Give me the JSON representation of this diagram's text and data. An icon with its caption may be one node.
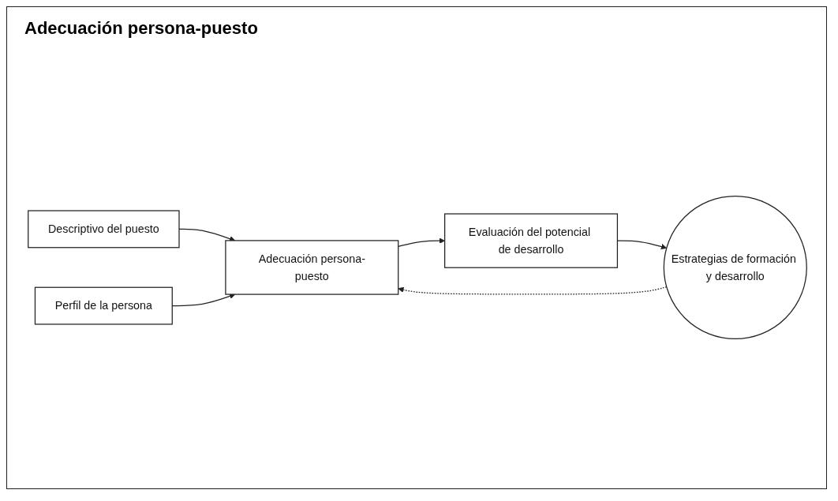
{
  "diagram": {
    "title": "Adecuación persona-puesto",
    "nodes": [
      {
        "text": [
          "Descriptivo del puesto"
        ]
      },
      {
        "text": [
          "Perfil de la persona"
        ]
      },
      {
        "text": [
          "Adecuación persona-puesto"
        ]
      },
      {
        "text": [
          "Evaluación del potencial de desarrollo"
        ]
      },
      {
        "text": [
          "Estrategias de formación y desarrollo"
        ]
      }
    ],
    "edges": [
      {
        "from": 0,
        "to": 2,
        "arrow": "to"
      },
      {
        "from": 1,
        "to": 2,
        "arrow": "to"
      },
      {
        "from": 2,
        "to": 3,
        "arrow": "to"
      },
      {
        "from": 3,
        "to": 4,
        "arrow": "to"
      },
      {
        "from": 4,
        "to": 2,
        "arrow": "to",
        "style": "dashed"
      }
    ]
  }
}
